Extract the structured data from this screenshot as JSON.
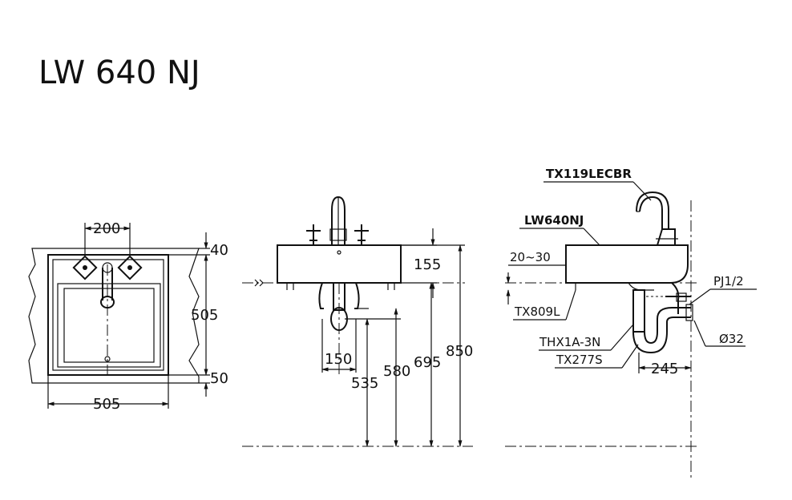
{
  "title": "LW 640 NJ",
  "top_view": {
    "dims": {
      "width_top": "200",
      "right_top": "40",
      "right_height": "505",
      "right_bottom": "50",
      "width_bottom": "505"
    }
  },
  "front_view": {
    "dims": {
      "d155": "155",
      "d150": "150",
      "d535": "535",
      "d580": "580",
      "d695": "695",
      "d850": "850"
    }
  },
  "side_view": {
    "labels": {
      "faucet": "TX119LECBR",
      "basin": "LW640NJ",
      "range": "20~30",
      "drain": "TX809L",
      "supply": "PJ1/2",
      "diameter": "Ø32",
      "stop": "THX1A-3N",
      "trap": "TX277S"
    },
    "dims": {
      "d245": "245"
    }
  }
}
